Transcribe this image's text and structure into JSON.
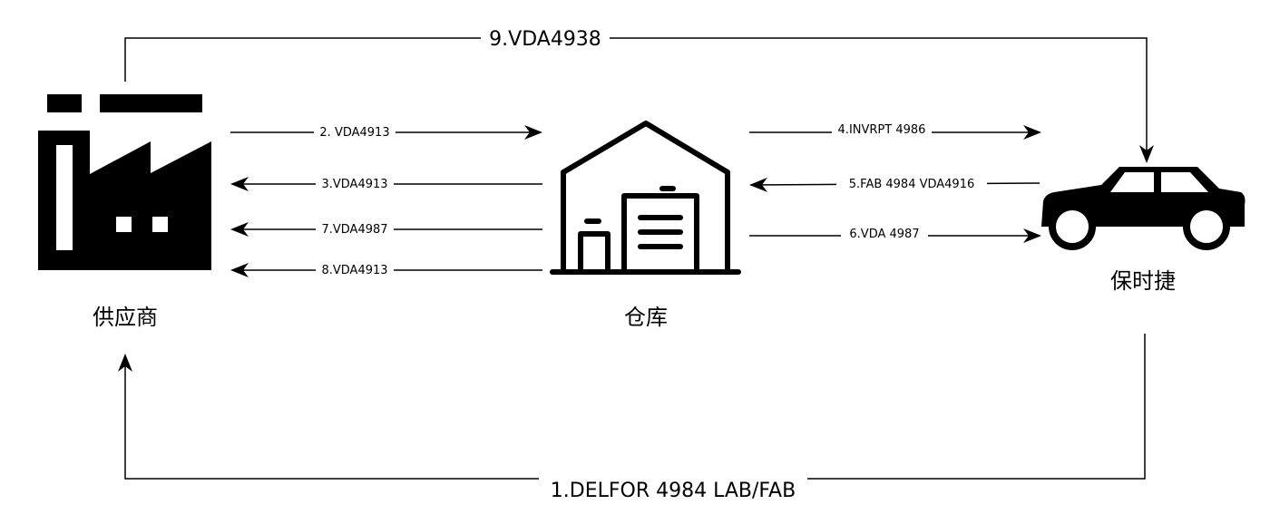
{
  "nodes": {
    "supplier": "供应商",
    "warehouse": "仓库",
    "porsche": "保时捷"
  },
  "flows": {
    "f1": "1.DELFOR 4984 LAB/FAB",
    "f2": "2. VDA4913",
    "f3": "3.VDA4913",
    "f4": "4.INVRPT 4986",
    "f5": "5.FAB 4984 VDA4916",
    "f6": "6.VDA 4987",
    "f7": "7.VDA4987",
    "f8": "8.VDA4913",
    "f9": "9.VDA4938"
  },
  "icons": {
    "supplier": "factory-icon",
    "warehouse": "warehouse-icon",
    "porsche": "car-icon"
  },
  "colors": {
    "line": "#000000",
    "background": "#ffffff"
  }
}
